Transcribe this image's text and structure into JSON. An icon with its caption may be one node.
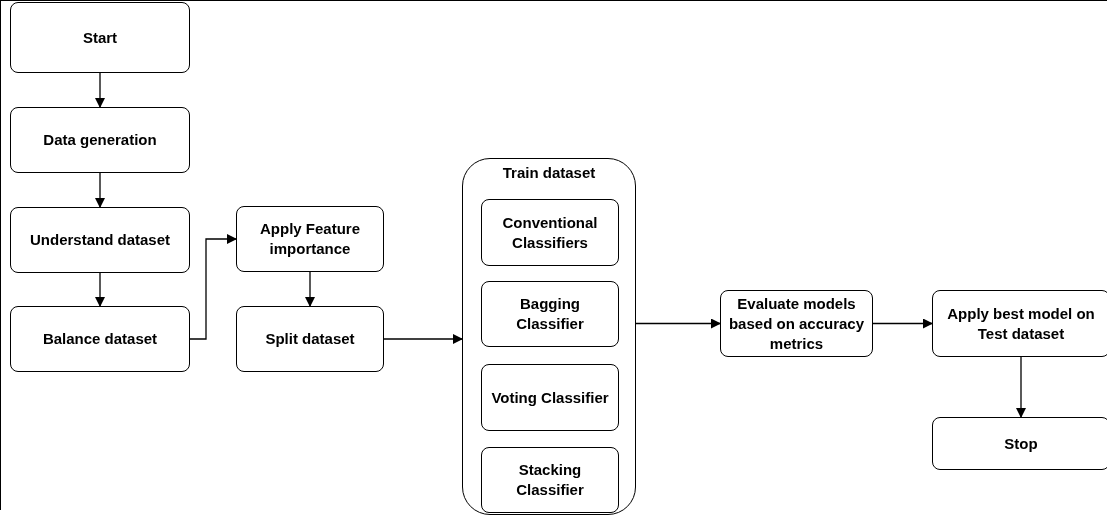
{
  "diagram": {
    "nodes": [
      {
        "text": [
          "Start"
        ]
      },
      {
        "text": [
          "Data generation"
        ]
      },
      {
        "text": [
          "Understand dataset"
        ]
      },
      {
        "text": [
          "Balance dataset"
        ]
      },
      {
        "text": [
          "Apply Feature importance"
        ]
      },
      {
        "text": [
          "Split dataset"
        ]
      },
      {
        "text": [
          "Train dataset"
        ]
      },
      {
        "text": [
          "Conventional Classifiers"
        ],
        "in": 6
      },
      {
        "text": [
          "Bagging Classifier"
        ],
        "in": 6
      },
      {
        "text": [
          "Voting Classifier"
        ],
        "in": 6
      },
      {
        "text": [
          "Stacking Classifier"
        ],
        "in": 6
      },
      {
        "text": [
          "Evaluate models based on accuracy metrics"
        ]
      },
      {
        "text": [
          "Apply best model on Test dataset"
        ]
      },
      {
        "text": [
          "Stop"
        ]
      }
    ],
    "edges": [
      {
        "from": 0,
        "to": 1,
        "arrow": "to"
      },
      {
        "from": 1,
        "to": 2,
        "arrow": "to"
      },
      {
        "from": 2,
        "to": 3,
        "arrow": "to"
      },
      {
        "from": 3,
        "to": 4,
        "arrow": "to"
      },
      {
        "from": 4,
        "to": 5,
        "arrow": "to"
      },
      {
        "from": 5,
        "to": 6,
        "arrow": "to"
      },
      {
        "from": 6,
        "to": 11,
        "arrow": "to"
      },
      {
        "from": 11,
        "to": 12,
        "arrow": "to"
      },
      {
        "from": 12,
        "to": 13,
        "arrow": "to"
      }
    ]
  }
}
